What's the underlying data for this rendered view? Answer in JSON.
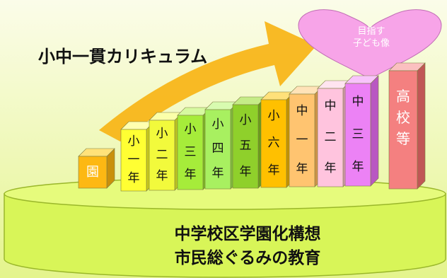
{
  "title": "小中一貫カリキュラム",
  "goal": {
    "line1": "目指す",
    "line2": "子ども像"
  },
  "footer": {
    "line1": "中学校区学園化構想",
    "line2": "市民総ぐるみの教育"
  },
  "stages": [
    {
      "chars": [
        "園"
      ],
      "front": "#fdb813",
      "top": "#ffe27a",
      "side": "#c9900c",
      "text_color": "#ffffff"
    },
    {
      "chars": [
        "小",
        "一",
        "年"
      ],
      "front": "#ffff33",
      "top": "#ffffb0",
      "side": "#c9c91c",
      "text_color": "#111111"
    },
    {
      "chars": [
        "小",
        "二",
        "年"
      ],
      "front": "#f2fa3c",
      "top": "#fbffaa",
      "side": "#bcc521",
      "text_color": "#111111"
    },
    {
      "chars": [
        "小",
        "三",
        "年"
      ],
      "front": "#a6ec3a",
      "top": "#d6f9a0",
      "side": "#7cb825",
      "text_color": "#111111"
    },
    {
      "chars": [
        "小",
        "四",
        "年"
      ],
      "front": "#a8f060",
      "top": "#d8fbb0",
      "side": "#7fbd3e",
      "text_color": "#111111"
    },
    {
      "chars": [
        "小",
        "五",
        "年"
      ],
      "front": "#8fd02b",
      "top": "#c5ec87",
      "side": "#6a9d1a",
      "text_color": "#111111"
    },
    {
      "chars": [
        "小",
        "六",
        "年"
      ],
      "front": "#ffc000",
      "top": "#ffe17a",
      "side": "#c69300",
      "text_color": "#111111"
    },
    {
      "chars": [
        "中",
        "一",
        "年"
      ],
      "front": "#ffc470",
      "top": "#ffe3b8",
      "side": "#d09449",
      "text_color": "#111111"
    },
    {
      "chars": [
        "中",
        "二",
        "年"
      ],
      "front": "#ffc4de",
      "top": "#ffe4f0",
      "side": "#d497b1",
      "text_color": "#111111"
    },
    {
      "chars": [
        "中",
        "三",
        "年"
      ],
      "front": "#ec82f5",
      "top": "#f8c4fb",
      "side": "#b957c2",
      "text_color": "#111111"
    },
    {
      "chars": [
        "高",
        "校",
        "等"
      ],
      "front": "#f48080",
      "top": "#fbc0c0",
      "side": "#c05656",
      "text_color": "#ffffff"
    }
  ],
  "colors": {
    "platform": "#d8f558",
    "platform_edge": "#9ab72a",
    "arrow": "#f8b517",
    "heart": "#f7a4e8"
  }
}
